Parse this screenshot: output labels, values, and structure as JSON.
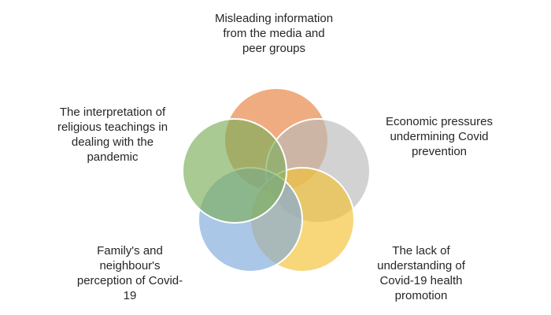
{
  "figure": {
    "background_color": "#ffffff",
    "text_color": "#262626"
  },
  "diagram": {
    "type": "venn",
    "stroke_color": "#ffffff",
    "fill_opacity": 0.65,
    "items": [
      {
        "id": "misleading-information",
        "position": "top",
        "color": "#E67F3D",
        "label": "Misleading information\nfrom the media and\npeer groups"
      },
      {
        "id": "economic-pressures",
        "position": "upper-right",
        "color": "#BABABA",
        "label": "Economic pressures\nundermining Covid\nprevention"
      },
      {
        "id": "lack-of-understanding",
        "position": "lower-right",
        "color": "#F4C132",
        "label": "The lack of\nunderstanding of\nCovid-19 health\npromotion"
      },
      {
        "id": "family-neighbour-perception",
        "position": "lower-left",
        "color": "#7EA9DC",
        "label": "Family's and\nneighbour's\nperception of Covid-\n19"
      },
      {
        "id": "religious-teachings",
        "position": "upper-left",
        "color": "#7BAE59",
        "label": "The interpretation of\nreligious teachings in\ndealing with the\npandemic"
      }
    ]
  }
}
